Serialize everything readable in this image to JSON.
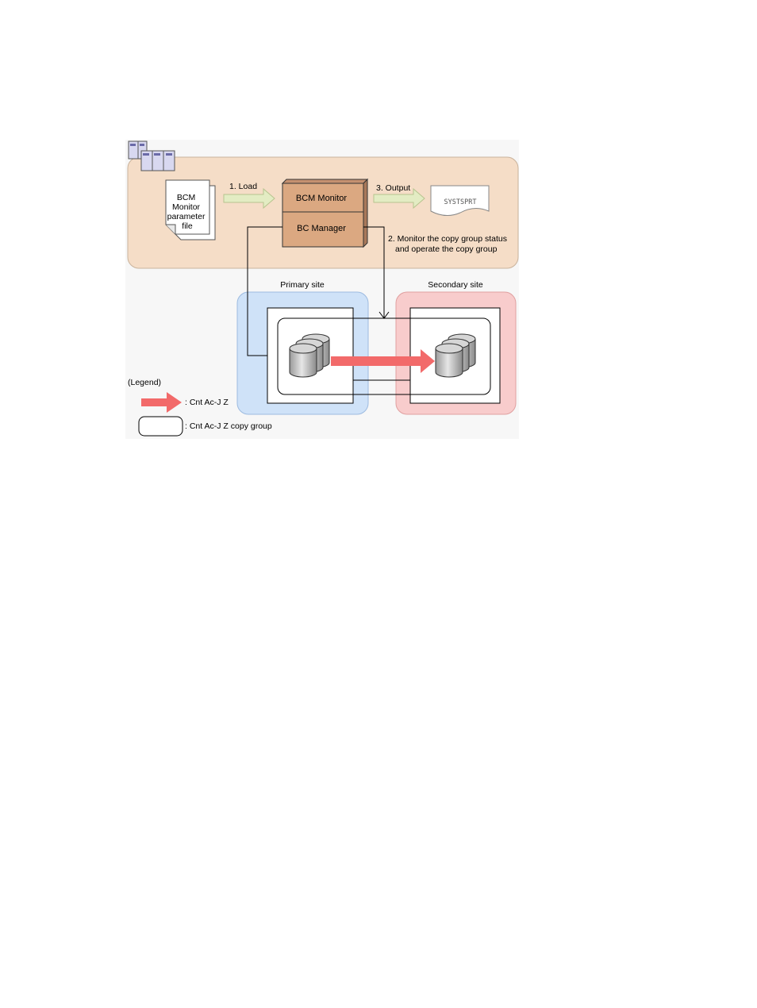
{
  "host": {
    "parameter_file_lines": [
      "BCM",
      "Monitor",
      "parameter",
      "file"
    ],
    "load_label": "1. Load",
    "output_label": "3. Output",
    "bcm_monitor_label": "BCM Monitor",
    "bc_manager_label": "BC Manager",
    "sysprint_label": "SYSTSPRT",
    "monitor_line1": "2. Monitor the copy group status",
    "monitor_line2": "and operate the copy group"
  },
  "sites": {
    "primary_label": "Primary site",
    "secondary_label": "Secondary site"
  },
  "legend": {
    "title": "(Legend)",
    "arrow_label": ": Cnt Ac-J Z",
    "group_label": ": Cnt Ac-J Z  copy group"
  },
  "colors": {
    "host_area": "#f5ddc7",
    "primary_site": "#cfe2f8",
    "secondary_site": "#f8cccc",
    "copy_arrow": "#f26a6a",
    "load_arrow": "#e3ecc3",
    "component_box": "#dba881"
  }
}
